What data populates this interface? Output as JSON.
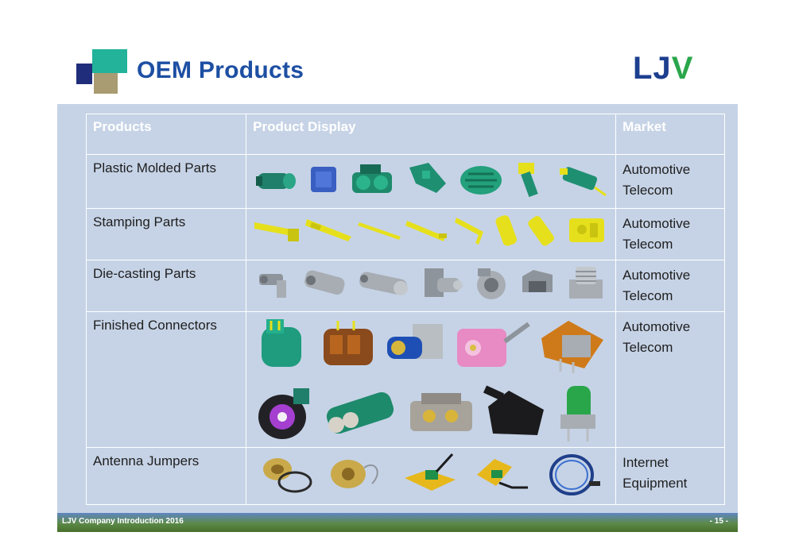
{
  "header": {
    "title": "OEM Products",
    "brand": "LJV"
  },
  "table": {
    "headers": [
      "Products",
      "Product Display",
      "Market"
    ],
    "rows": [
      {
        "product": "Plastic Molded Parts",
        "market": [
          "Automotive",
          "Telecom"
        ]
      },
      {
        "product": "Stamping Parts",
        "market": [
          "Automotive",
          "Telecom"
        ]
      },
      {
        "product": "Die-casting Parts",
        "market": [
          "Automotive",
          "Telecom"
        ]
      },
      {
        "product": "Finished Connectors",
        "market": [
          "Automotive",
          "Telecom"
        ]
      },
      {
        "product": "Antenna Jumpers",
        "market": [
          "Internet",
          "Equipment"
        ]
      }
    ]
  },
  "footer": {
    "left": "LJV Company Introduction 2016",
    "page": "- 15 -"
  },
  "colors": {
    "title_blue": "#1d4fa3",
    "content_bg": "#c6d3e6",
    "teal": "#1f8f6e",
    "yellow": "#e6e01c",
    "grey": "#9aa0a6"
  }
}
